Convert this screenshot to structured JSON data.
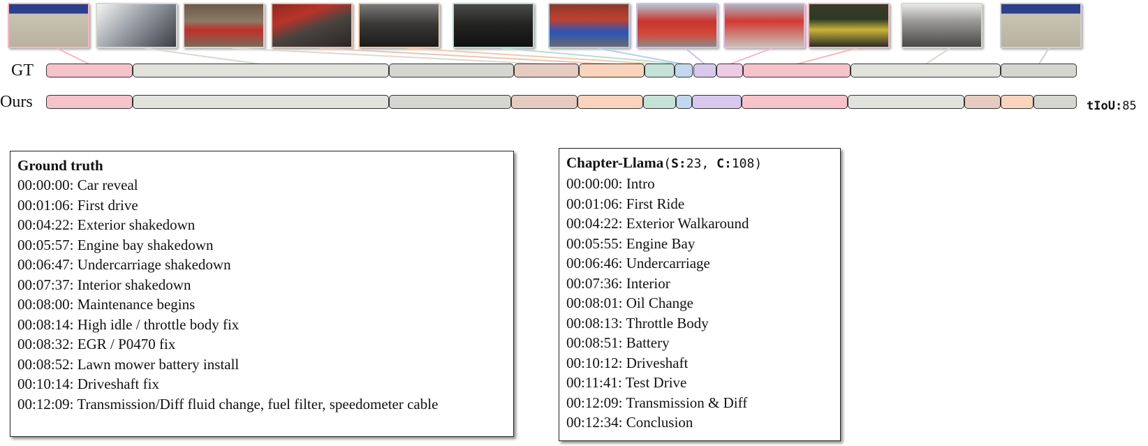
{
  "thumbnails": [
    {
      "scene": "presenter",
      "color": "#f3b8c0"
    },
    {
      "scene": "driver",
      "color": "#d8d8d2"
    },
    {
      "scene": "garage-red-car",
      "color": "#ddd8d0"
    },
    {
      "scene": "engine-bay",
      "color": "#e8c4b4"
    },
    {
      "scene": "undercarriage",
      "color": "#f2c9a8"
    },
    {
      "scene": "interior",
      "color": "#b8ddd2"
    },
    {
      "scene": "oil-change",
      "color": "#b5cfe8"
    },
    {
      "scene": "throttle-body",
      "color": "#cfc0e8"
    },
    {
      "scene": "egr-fix",
      "color": "#e8b8d8"
    },
    {
      "scene": "battery",
      "color": "#f3b8c0"
    },
    {
      "scene": "driveshaft",
      "color": "#d8d8d2"
    },
    {
      "scene": "presenter",
      "color": "#cfd0cc"
    }
  ],
  "rows": {
    "gt_label": "GT",
    "ours_label": "Ours"
  },
  "tiou": {
    "label": "tIoU:",
    "value": "85"
  },
  "gt_segments": [
    {
      "start": 0,
      "end": 66,
      "color": "#f5c3c9"
    },
    {
      "start": 66,
      "end": 262,
      "color": "#e2e2dd"
    },
    {
      "start": 262,
      "end": 357,
      "color": "#d6d6d0"
    },
    {
      "start": 357,
      "end": 407,
      "color": "#e6ccc0"
    },
    {
      "start": 407,
      "end": 457,
      "color": "#f8d4bd"
    },
    {
      "start": 457,
      "end": 480,
      "color": "#c5e2d8"
    },
    {
      "start": 480,
      "end": 494,
      "color": "#c2d8ee"
    },
    {
      "start": 494,
      "end": 512,
      "color": "#d8c8ee"
    },
    {
      "start": 512,
      "end": 532,
      "color": "#edcbe3"
    },
    {
      "start": 532,
      "end": 614,
      "color": "#f5c3c9"
    },
    {
      "start": 614,
      "end": 729,
      "color": "#e2e2dd"
    },
    {
      "start": 729,
      "end": 787,
      "color": "#d6d6d0"
    }
  ],
  "ours_segments": [
    {
      "start": 0,
      "end": 66,
      "color": "#f5c3c9"
    },
    {
      "start": 66,
      "end": 262,
      "color": "#e2e2dd"
    },
    {
      "start": 262,
      "end": 355,
      "color": "#d6d6d0"
    },
    {
      "start": 355,
      "end": 406,
      "color": "#e6ccc0"
    },
    {
      "start": 406,
      "end": 456,
      "color": "#f8d4bd"
    },
    {
      "start": 456,
      "end": 481,
      "color": "#c5e2d8"
    },
    {
      "start": 481,
      "end": 493,
      "color": "#c2d8ee"
    },
    {
      "start": 493,
      "end": 531,
      "color": "#d8c8ee"
    },
    {
      "start": 531,
      "end": 612,
      "color": "#f5c3c9"
    },
    {
      "start": 612,
      "end": 701,
      "color": "#e2e2dd"
    },
    {
      "start": 701,
      "end": 729,
      "color": "#e6ccc0"
    },
    {
      "start": 729,
      "end": 754,
      "color": "#f8d4bd"
    },
    {
      "start": 754,
      "end": 787,
      "color": "#d6d6d0"
    }
  ],
  "ground_truth": {
    "title": "Ground truth",
    "entries": [
      "00:00:00: Car reveal",
      "00:01:06: First drive",
      "00:04:22: Exterior shakedown",
      "00:05:57: Engine bay shakedown",
      "00:06:47: Undercarriage shakedown",
      "00:07:37: Interior shakedown",
      "00:08:00: Maintenance begins",
      "00:08:14: High idle / throttle body fix",
      "00:08:32: EGR / P0470 fix",
      "00:08:52: Lawn mower battery install",
      "00:10:14: Driveshaft fix",
      "00:12:09: Transmission/Diff fluid change, fuel filter, speedometer cable"
    ]
  },
  "chapter_llama": {
    "title": "Chapter-Llama",
    "meta_open": "(",
    "s_label": "S:",
    "s_value": "23",
    "sep": ", ",
    "c_label": "C:",
    "c_value": "108",
    "meta_close": ")",
    "entries": [
      "00:00:00: Intro",
      "00:01:06: First Ride",
      "00:04:22: Exterior Walkaround",
      "00:05:55: Engine Bay",
      "00:06:46: Undercarriage",
      "00:07:36: Interior",
      "00:08:01: Oil Change",
      "00:08:13: Throttle Body",
      "00:08:51: Battery",
      "00:10:12: Driveshaft",
      "00:11:41: Test Drive",
      "00:12:09: Transmission & Diff",
      "00:12:34: Conclusion"
    ]
  }
}
